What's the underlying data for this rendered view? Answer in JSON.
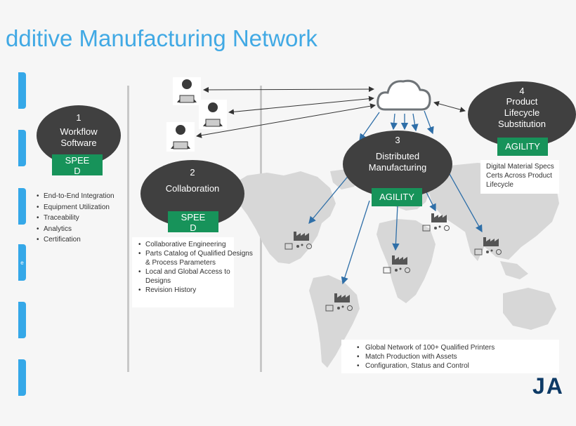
{
  "title": "dditive Manufacturing Network",
  "side_tab_text": "e",
  "pillars": [
    {
      "number": "1",
      "label": "Workflow\nSoftware",
      "badge": "SPEE\nD",
      "bullets": [
        "End-to-End Integration",
        "Equipment Utilization",
        "Traceability",
        "Analytics",
        "Certification"
      ]
    },
    {
      "number": "2",
      "label": "Collaboration",
      "badge": "SPEE\nD",
      "bullets": [
        "Collaborative Engineering",
        "Parts Catalog of Qualified Designs & Process Parameters",
        "Local and Global Access to Designs",
        "Revision History"
      ]
    },
    {
      "number": "3",
      "label": "Distributed\nManufacturing",
      "badge": "AGILITY",
      "bullets": [
        "Global Network of 100+ Qualified Printers",
        "Match Production with Assets",
        "Configuration, Status and Control"
      ]
    },
    {
      "number": "4",
      "label": "Product\nLifecycle\nSubstitution",
      "badge": "AGILITY",
      "description": "Digital Material Specs\nCerts Across Product\nLifecycle"
    }
  ],
  "icons": [
    "user-icon",
    "cloud-icon",
    "factory-icon",
    "printer-icon",
    "world-map"
  ],
  "colors": {
    "title": "#41a9e4",
    "tab": "#35a8e8",
    "node": "#404040",
    "badge": "#17935a",
    "arrow": "#2f6fa8"
  },
  "logo_text": "JA"
}
